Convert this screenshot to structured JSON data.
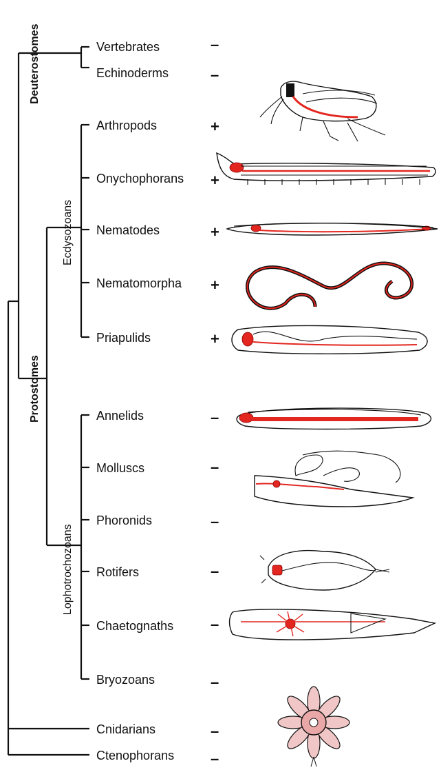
{
  "clades": {
    "deuterostomes": "Deuterostomes",
    "protostomes": "Protostomes",
    "ecdysozoans": "Ecdysozoans",
    "lophotrochozoans": "Lophotrochozoans"
  },
  "taxa": [
    {
      "name": "Vertebrates",
      "sign": "–"
    },
    {
      "name": "Echinoderms",
      "sign": "–"
    },
    {
      "name": "Arthropods",
      "sign": "+"
    },
    {
      "name": "Onychophorans",
      "sign": "+"
    },
    {
      "name": "Nematodes",
      "sign": "+"
    },
    {
      "name": "Nematomorpha",
      "sign": "+"
    },
    {
      "name": "Priapulids",
      "sign": "+"
    },
    {
      "name": "Annelids",
      "sign": "–"
    },
    {
      "name": "Molluscs",
      "sign": "–"
    },
    {
      "name": "Phoronids",
      "sign": "–"
    },
    {
      "name": "Rotifers",
      "sign": "–"
    },
    {
      "name": "Chaetognaths",
      "sign": "–"
    },
    {
      "name": "Bryozoans",
      "sign": "–"
    },
    {
      "name": "Cnidarians",
      "sign": "–"
    },
    {
      "name": "Ctenophorans",
      "sign": "–"
    }
  ],
  "colors": {
    "line": "#111111",
    "highlight": "#e3261f",
    "cnidarian_fill": "#e9a7a7"
  },
  "illustrations": [
    "grasshopper",
    "onychophoran",
    "nematode",
    "nematomorph",
    "priapulid",
    "annelid",
    "mollusc",
    "rotifer",
    "chaetognath",
    "cnidarian"
  ]
}
